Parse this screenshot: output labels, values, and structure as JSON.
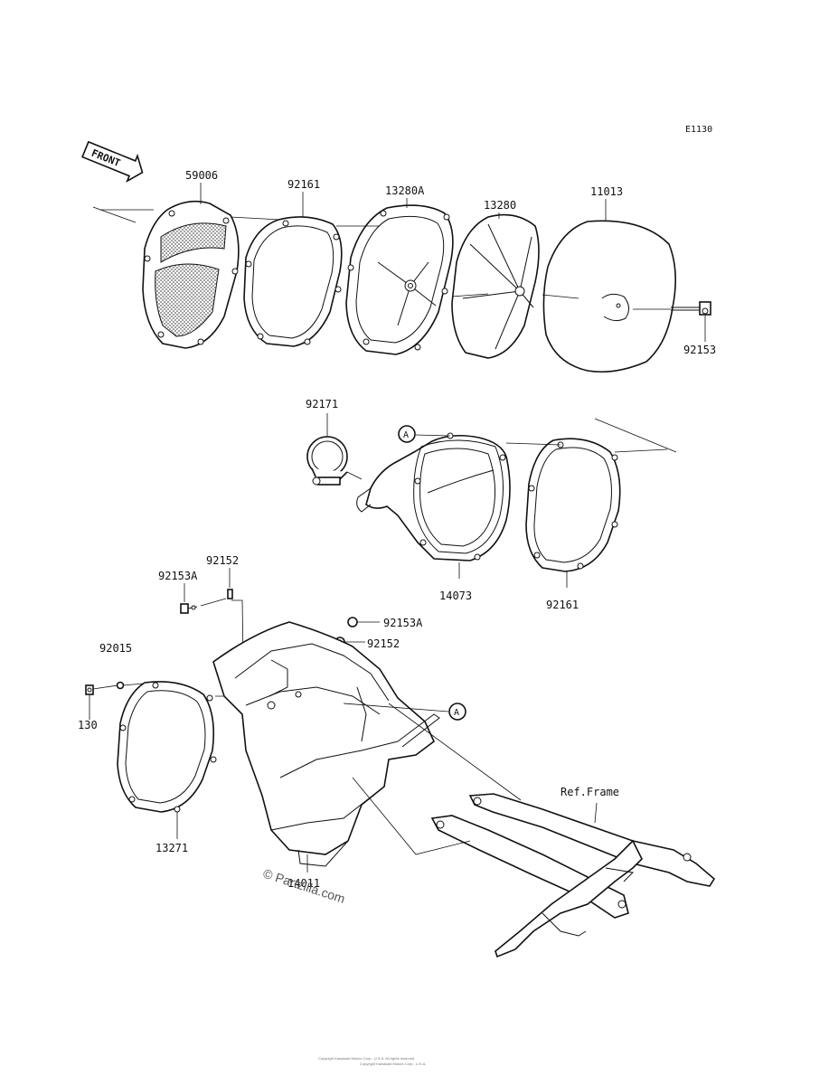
{
  "diagram": {
    "code": "E1130",
    "front_label": "FRONT",
    "parts": {
      "p59006": "59006",
      "p92161_top": "92161",
      "p13280A": "13280A",
      "p13280": "13280",
      "p11013": "11013",
      "p92153": "92153",
      "p92171": "92171",
      "ref_a_1": "A",
      "p14073": "14073",
      "p92161_mid": "92161",
      "p92153A_left": "92153A",
      "p92152_left": "92152",
      "p92153A_right": "92153A",
      "p92152_right": "92152",
      "p92015": "92015",
      "ref_a_2": "A",
      "p130": "130",
      "p13271": "13271",
      "p14011": "14011",
      "ref_frame": "Ref.Frame"
    },
    "watermark": "© Partzilla.com",
    "footer_line_1": "Copyright Kawasaki Motors Corp., U.S.A. All rights reserved.",
    "footer_line_2": "Copyright Kawasaki Motors Corp., U.S.A."
  }
}
